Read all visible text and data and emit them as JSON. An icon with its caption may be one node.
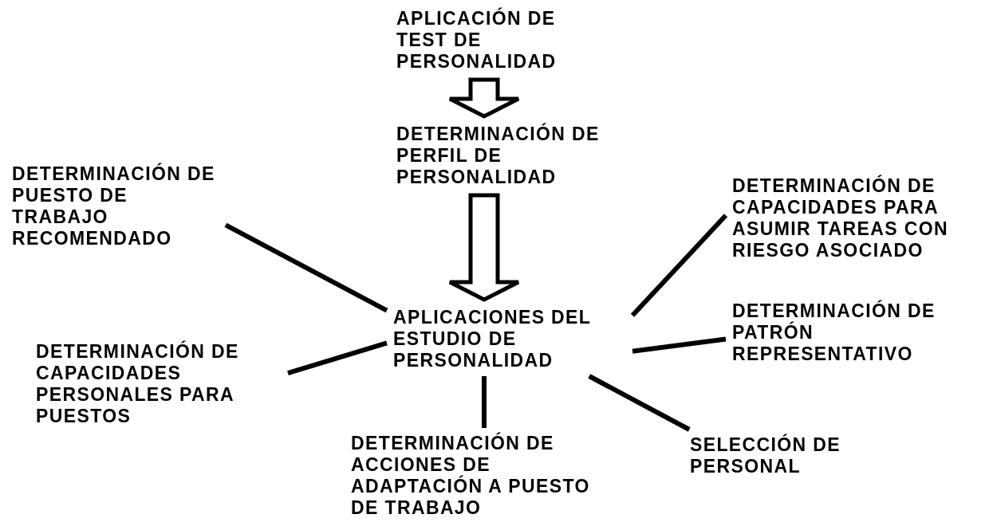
{
  "diagram": {
    "nodes": [
      {
        "text": [
          "APLICACIÓN DE TEST DE PERSONALIDAD"
        ]
      },
      {
        "text": [
          "DETERMINACIÓN DE PERFIL DE PERSONALIDAD"
        ]
      },
      {
        "text": [
          "DETERMINACIÓN DE PUESTO DE TRABAJO RECOMENDADO"
        ]
      },
      {
        "text": [
          "DETERMINACIÓN DE CAPACIDADES PARA ASUMIR TAREAS CON RIESGO ASOCIADO"
        ]
      },
      {
        "text": [
          "APLICACIONES DEL ESTUDIO DE PERSONALIDAD"
        ]
      },
      {
        "text": [
          "DETERMINACIÓN DE PATRÓN REPRESENTATIVO"
        ]
      },
      {
        "text": [
          "DETERMINACIÓN DE CAPACIDADES PERSONALES PARA PUESTOS"
        ]
      },
      {
        "text": [
          "DETERMINACIÓN DE ACCIONES DE ADAPTACIÓN A PUESTO DE TRABAJO"
        ]
      },
      {
        "text": [
          "SELECCIÓN DE PERSONAL"
        ]
      }
    ],
    "edges": [
      {
        "from": 0,
        "to": 1,
        "arrow": "to",
        "style": "thick"
      },
      {
        "from": 1,
        "to": 4,
        "arrow": "to",
        "style": "thick"
      },
      {
        "from": 4,
        "to": 2,
        "arrow": "none"
      },
      {
        "from": 4,
        "to": 3,
        "arrow": "none"
      },
      {
        "from": 4,
        "to": 5,
        "arrow": "none"
      },
      {
        "from": 4,
        "to": 6,
        "arrow": "none"
      },
      {
        "from": 4,
        "to": 7,
        "arrow": "none"
      },
      {
        "from": 4,
        "to": 8,
        "arrow": "none"
      }
    ]
  }
}
